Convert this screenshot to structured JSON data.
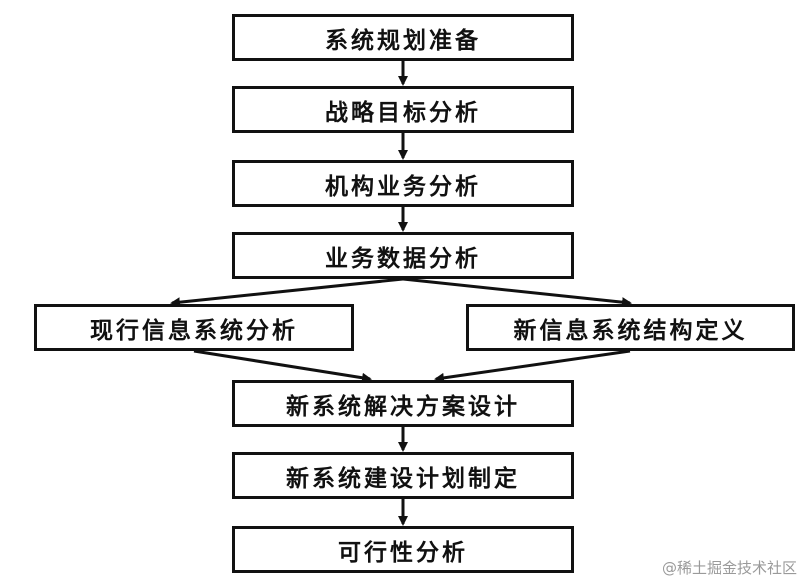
{
  "diagram": {
    "steps": {
      "planning_prep": "系统规划准备",
      "strategy_analysis": "战略目标分析",
      "org_business_analysis": "机构业务分析",
      "business_data_analysis": "业务数据分析",
      "current_info_system_analysis": "现行信息系统分析",
      "new_info_system_structure": "新信息系统结构定义",
      "new_system_solution_design": "新系统解决方案设计",
      "new_system_build_plan": "新系统建设计划制定",
      "feasibility_analysis": "可行性分析"
    },
    "line_color": "#111111"
  },
  "watermark": "@稀土掘金技术社区"
}
